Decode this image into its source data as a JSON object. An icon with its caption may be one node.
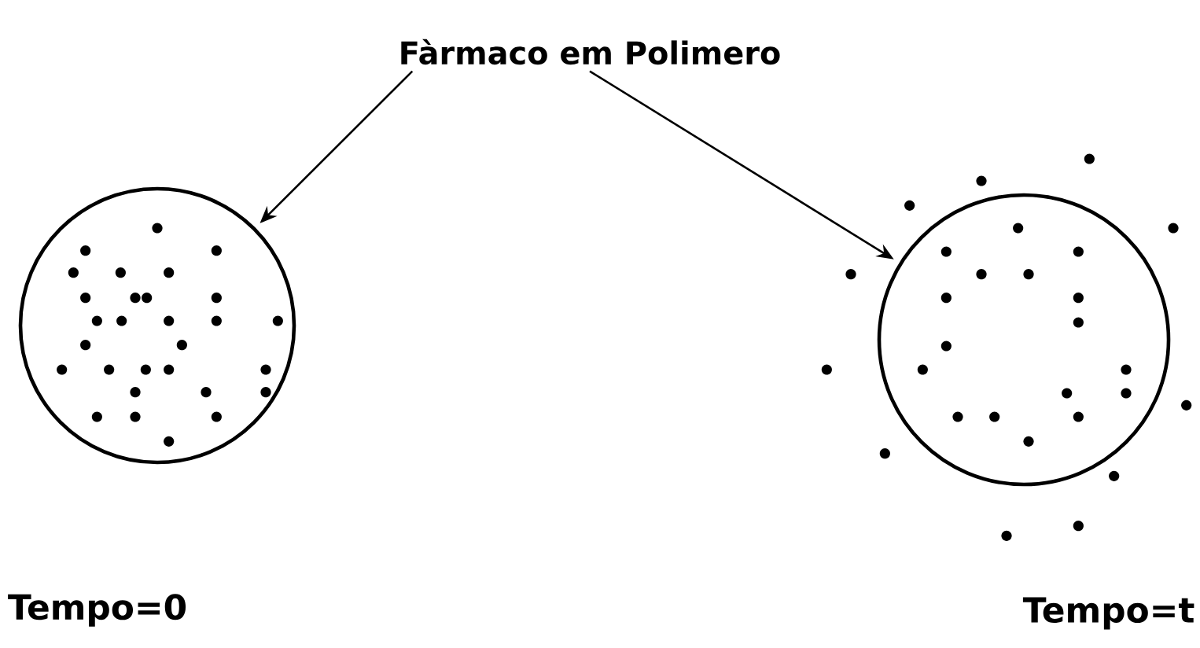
{
  "diagram": {
    "nodes": [
      {
        "text": [
          "Fàrmaco em Polimero"
        ]
      },
      {
        "text": [],
        "shape": "circle",
        "beside": [
          "Tempo=0"
        ]
      },
      {
        "text": [],
        "shape": "circle",
        "beside": [
          "Tempo=t"
        ]
      }
    ],
    "edges": [
      {
        "from": 0,
        "to": 1,
        "arrow": "to"
      },
      {
        "from": 0,
        "to": 2,
        "arrow": "to"
      }
    ]
  }
}
